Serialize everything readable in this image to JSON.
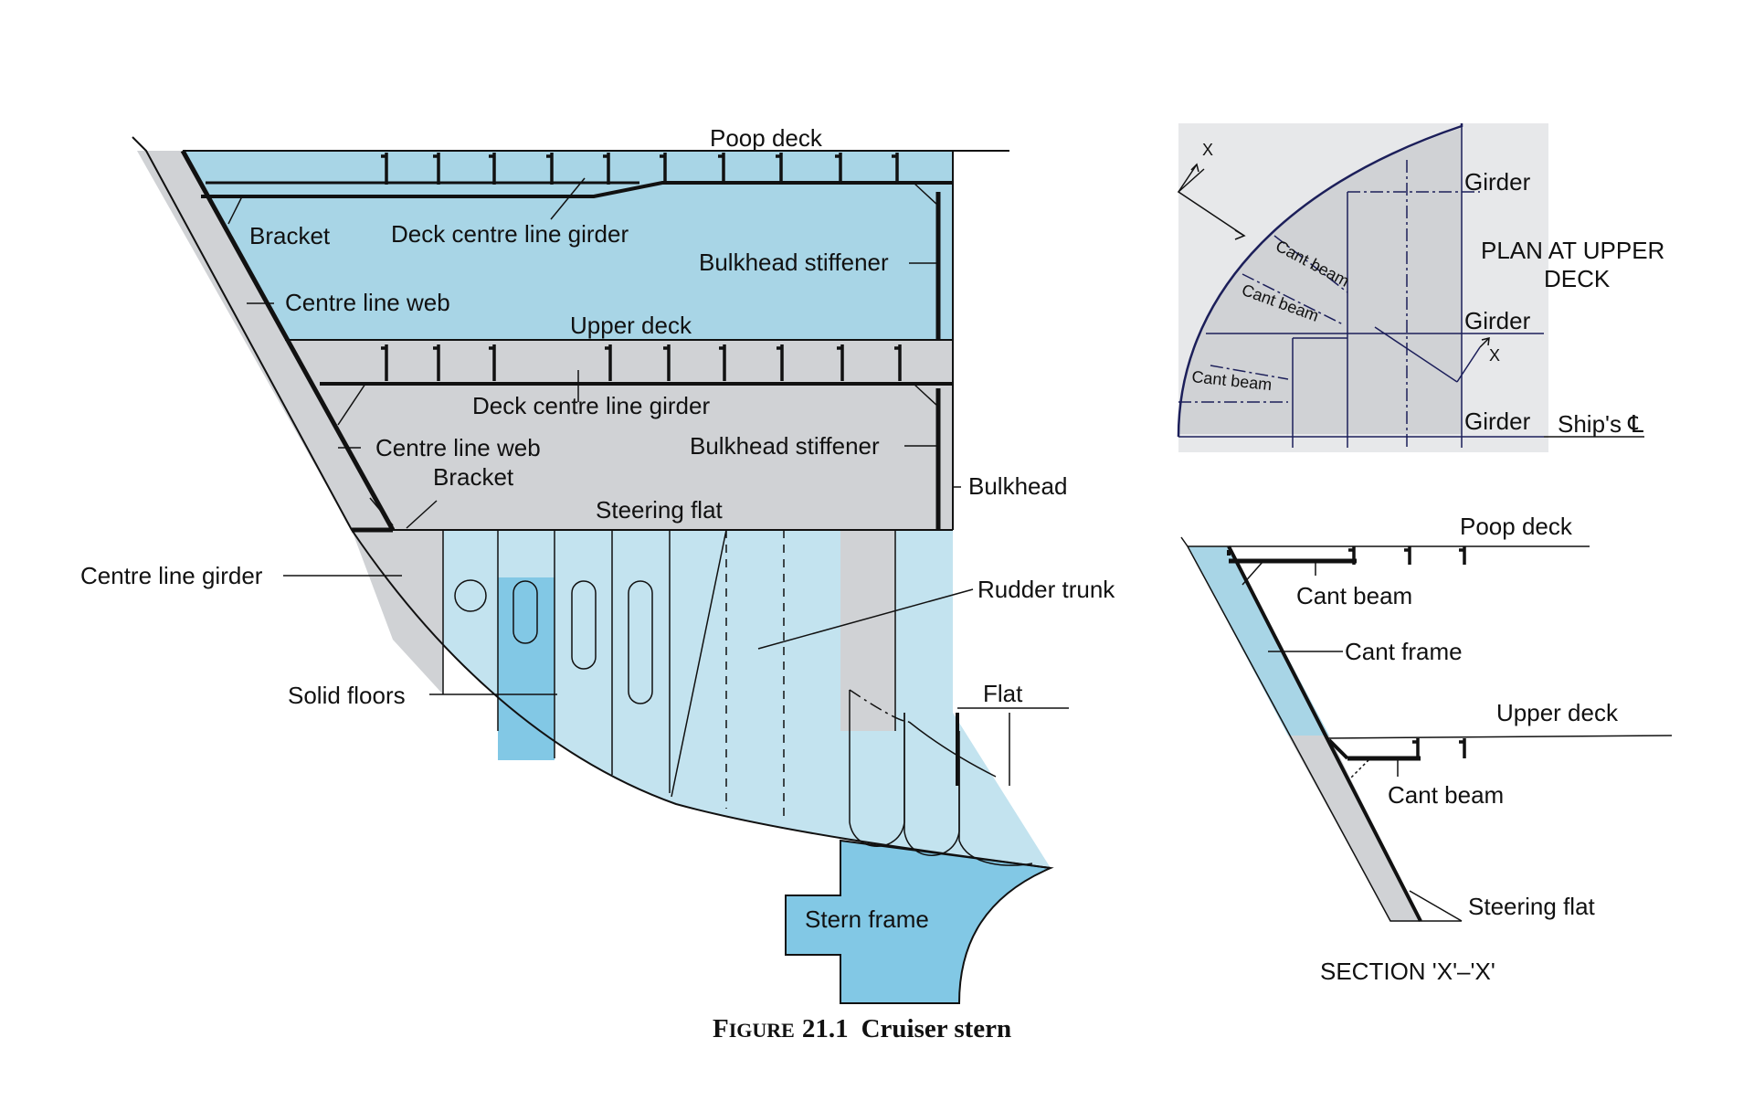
{
  "colors": {
    "water_light": "#a8d5e6",
    "water_mid": "#c3e3ef",
    "water_strong": "#82c8e5",
    "structure_grey": "#d0d2d5",
    "plan_bg": "#e7e8ea",
    "line": "#111111",
    "plan_line": "#1c1f5a"
  },
  "main_view": {
    "labels": {
      "poop_deck": "Poop deck",
      "bracket_top": "Bracket",
      "deck_cl_girder_top": "Deck centre line girder",
      "bulkhead_stiffener_top": "Bulkhead stiffener",
      "centre_line_web_top": "Centre line web",
      "upper_deck": "Upper deck",
      "deck_cl_girder_mid": "Deck centre line girder",
      "centre_line_web_mid": "Centre line web",
      "bulkhead_stiffener_mid": "Bulkhead stiffener",
      "bracket_mid": "Bracket",
      "bulkhead": "Bulkhead",
      "steering_flat": "Steering flat",
      "centre_line_girder": "Centre line girder",
      "rudder_trunk": "Rudder trunk",
      "solid_floors": "Solid floors",
      "flat": "Flat",
      "stern_frame": "Stern frame"
    }
  },
  "plan_view": {
    "title_line1": "PLAN AT UPPER",
    "title_line2": "DECK",
    "marker_top": "X",
    "marker_right": "X",
    "girder_1": "Girder",
    "girder_2": "Girder",
    "girder_3": "Girder",
    "ships_cl": "Ship's ℄",
    "cant_beam_1": "Cant beam",
    "cant_beam_2": "Cant beam",
    "cant_beam_3": "Cant beam"
  },
  "section_view": {
    "poop_deck": "Poop deck",
    "cant_beam_top": "Cant beam",
    "cant_frame": "Cant frame",
    "upper_deck": "Upper deck",
    "cant_beam_bottom": "Cant beam",
    "steering_flat": "Steering flat",
    "title": "SECTION 'X'–'X'"
  },
  "caption": {
    "figure_big": "F",
    "figure_small": "IGURE",
    "number": "21.1",
    "title": "Cruiser stern"
  }
}
